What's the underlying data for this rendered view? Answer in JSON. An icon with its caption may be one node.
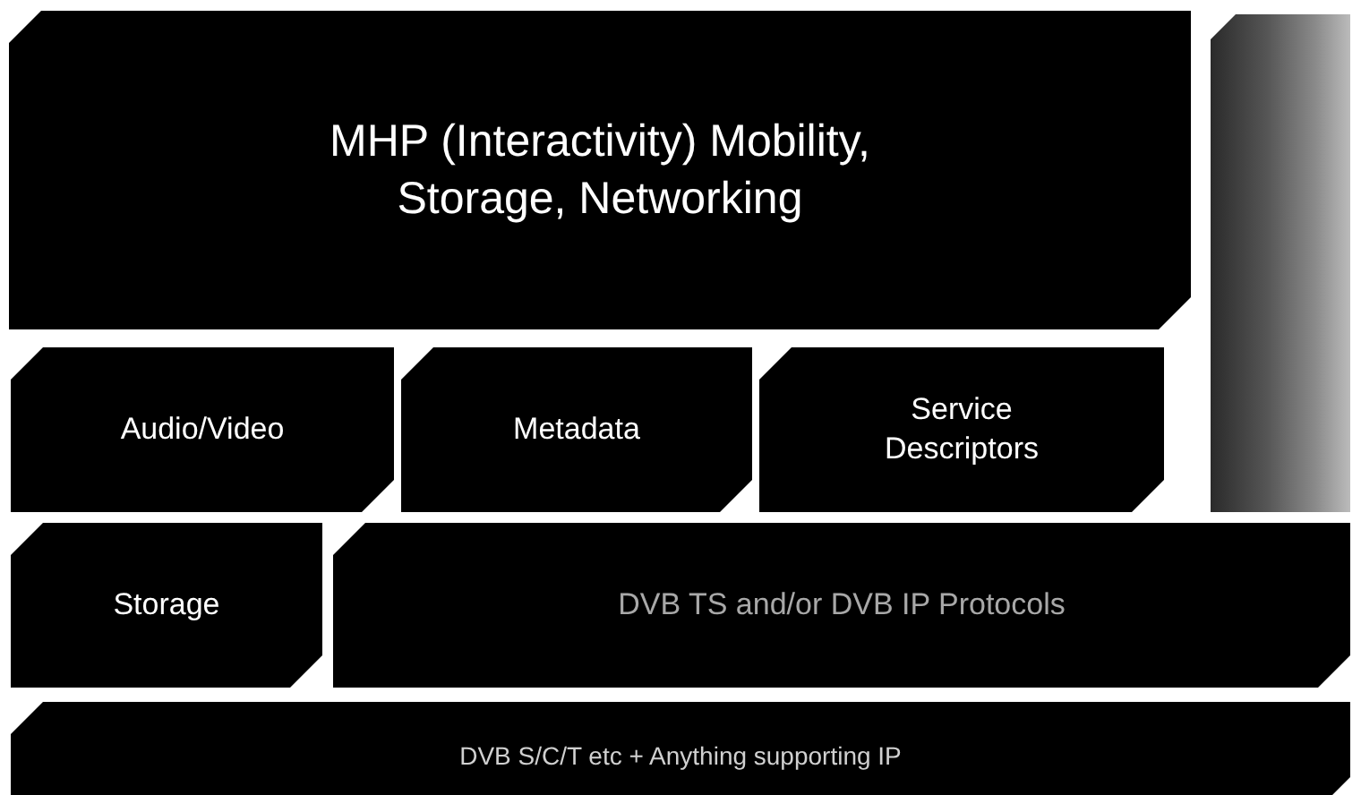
{
  "diagram": {
    "nodes": [
      {
        "text": [
          "MHP (Interactivity) Mobility, Storage, Networking"
        ]
      },
      {
        "text": [
          "Audio/Video"
        ]
      },
      {
        "text": [
          "Metadata"
        ]
      },
      {
        "text": [
          "Service Descriptors"
        ]
      },
      {
        "text": [
          "Storage"
        ]
      },
      {
        "text": [
          "DVB TS and/or DVB IP Protocols"
        ]
      },
      {
        "text": [
          "DVB S/C/T etc + Anything supporting IP"
        ]
      },
      {
        "text": [],
        "shape": "bar"
      }
    ]
  }
}
